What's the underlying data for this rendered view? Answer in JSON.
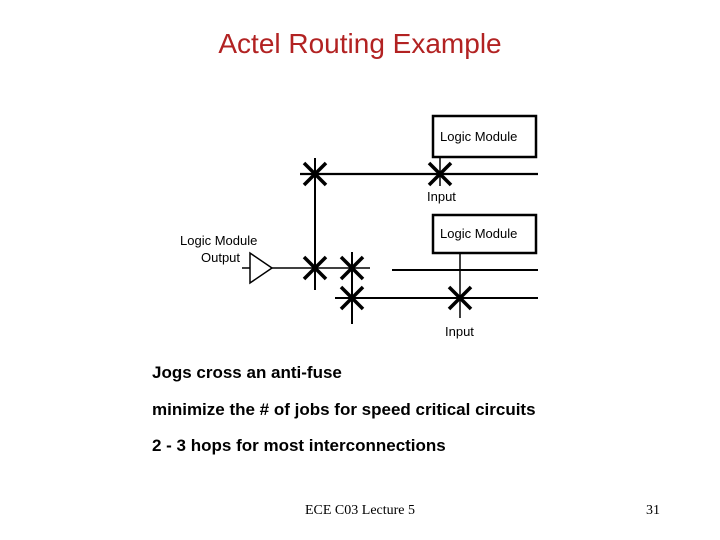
{
  "title": "Actel Routing Example",
  "diagram": {
    "top_module_label": "Logic Module",
    "top_input_label": "Input",
    "output_label_line1": "Logic Module",
    "output_label_line2": "Output",
    "bottom_module_label": "Logic Module",
    "bottom_input_label": "Input"
  },
  "bullets": [
    "Jogs cross an anti-fuse",
    "minimize the # of jobs for speed critical circuits",
    "2 - 3 hops for most interconnections"
  ],
  "footer": {
    "course": "ECE C03 Lecture 5",
    "page_number": "31"
  },
  "colors": {
    "title": "#b22222",
    "lines": "#000000"
  }
}
